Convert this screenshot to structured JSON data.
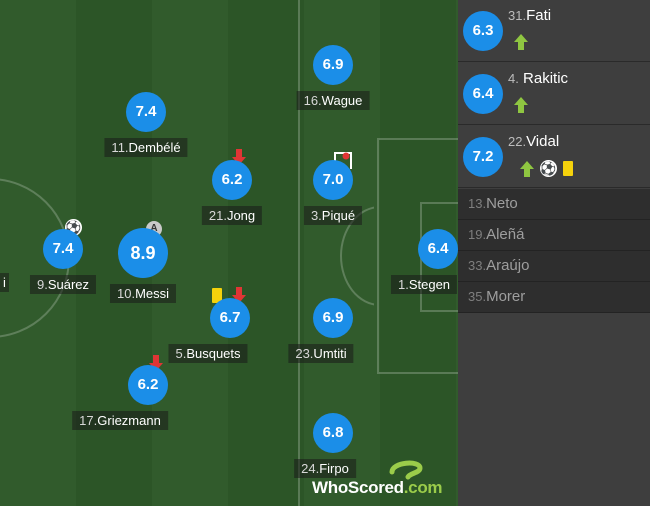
{
  "lineup": {
    "players": [
      {
        "id": "fati",
        "num": "31.",
        "name": "Fati",
        "rating": "6.3"
      },
      {
        "id": "rakitic",
        "num": "4.",
        "name": "Rakitic",
        "rating": "6.4"
      },
      {
        "id": "vidal",
        "num": "22.",
        "name": "Vidal",
        "rating": "7.2"
      },
      {
        "id": "wague",
        "num": "16.",
        "name": "Wague",
        "rating": "6.9"
      },
      {
        "id": "dembele",
        "num": "11.",
        "name": "Dembélé",
        "rating": "7.4"
      },
      {
        "id": "jong",
        "num": "21.",
        "name": "Jong",
        "rating": "6.2"
      },
      {
        "id": "pique",
        "num": "3.",
        "name": "Piqué",
        "rating": "7.0"
      },
      {
        "id": "suarez",
        "num": "9.",
        "name": "Suárez",
        "rating": "7.4"
      },
      {
        "id": "messi",
        "num": "10.",
        "name": "Messi",
        "rating": "8.9"
      },
      {
        "id": "stegen",
        "num": "1.",
        "name": "Stegen",
        "rating": "6.4"
      },
      {
        "id": "busquets",
        "num": "5.",
        "name": "Busquets",
        "rating": "6.7"
      },
      {
        "id": "umtiti",
        "num": "23.",
        "name": "Umtiti",
        "rating": "6.9"
      },
      {
        "id": "griezmann",
        "num": "17.",
        "name": "Griezmann",
        "rating": "6.2"
      },
      {
        "id": "firpo",
        "num": "24.",
        "name": "Firpo",
        "rating": "6.8"
      }
    ],
    "offscreen_name_fragment": "i"
  },
  "bench": [
    {
      "num": "13.",
      "name": "Neto"
    },
    {
      "num": "19.",
      "name": "Aleñá"
    },
    {
      "num": "33.",
      "name": "Araújo"
    },
    {
      "num": "35.",
      "name": "Morer"
    }
  ],
  "events": {
    "captain_badge": "A",
    "ball_glyph": "⚽",
    "icons": [
      "down-arrow-icon",
      "up-arrow-icon",
      "yellow-card-icon",
      "goal-ball-icon",
      "captain-badge-icon",
      "corner-flag-icon"
    ]
  },
  "logo": {
    "text_main": "WhoScored",
    "text_tld": ".com"
  },
  "colors": {
    "rating_bubble": "#1b8ee8",
    "sub_arrow": "#8fc641",
    "out_arrow": "#e03535",
    "yellow_card": "#f5d20c",
    "panel_bg": "#3e3e3e",
    "bench_bg": "#2e2e2e"
  }
}
